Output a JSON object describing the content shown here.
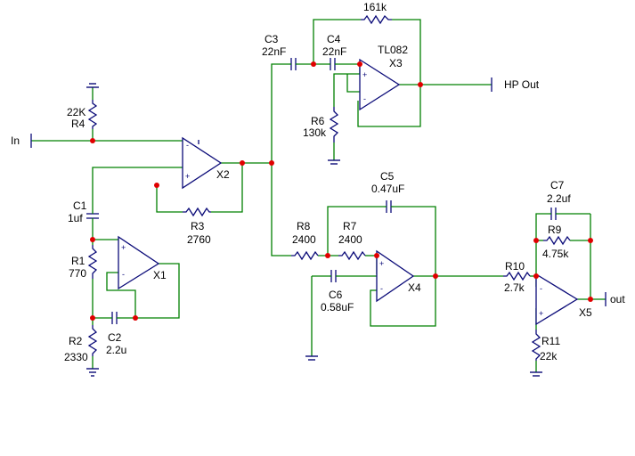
{
  "ports": {
    "input": "In",
    "hp_out": "HP Out",
    "out": "out"
  },
  "components": {
    "R4": {
      "ref": "R4",
      "value": "22K"
    },
    "C1": {
      "ref": "C1",
      "value": "1uf"
    },
    "R1": {
      "ref": "R1",
      "value": "770"
    },
    "R2": {
      "ref": "R2",
      "value": "2330"
    },
    "C2": {
      "ref": "C2",
      "value": "2.2u"
    },
    "X1": {
      "ref": "X1"
    },
    "X2": {
      "ref": "X2"
    },
    "R3": {
      "ref": "R3",
      "value": "2760"
    },
    "C3": {
      "ref": "C3",
      "value": "22nF"
    },
    "C4": {
      "ref": "C4",
      "value": "22nF"
    },
    "R161": {
      "value": "161k"
    },
    "X3": {
      "ref": "X3",
      "model": "TL082"
    },
    "R6": {
      "ref": "R6",
      "value": "130k"
    },
    "C5": {
      "ref": "C5",
      "value": "0.47uF"
    },
    "R8": {
      "ref": "R8",
      "value": "2400"
    },
    "R7": {
      "ref": "R7",
      "value": "2400"
    },
    "C6": {
      "ref": "C6",
      "value": "0.58uF"
    },
    "X4": {
      "ref": "X4"
    },
    "C7": {
      "ref": "C7",
      "value": "2.2uf"
    },
    "R9": {
      "ref": "R9",
      "value": "4.75k"
    },
    "R10": {
      "ref": "R10",
      "value": "2.7k"
    },
    "R11": {
      "ref": "R11",
      "value": "22k"
    },
    "X5": {
      "ref": "X5"
    }
  },
  "pin_signs": {
    "plus": "+",
    "minus": "-"
  }
}
